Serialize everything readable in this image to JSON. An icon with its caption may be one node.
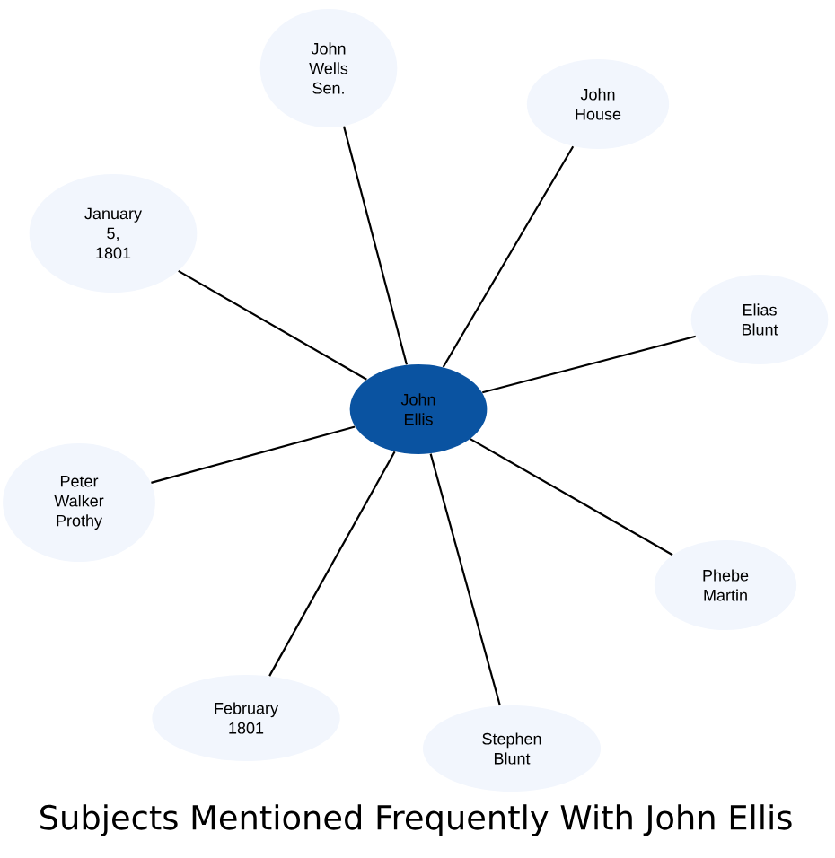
{
  "diagram": {
    "title": "Subjects Mentioned Frequently With John Ellis",
    "nodes": [
      {
        "text": [
          "John Ellis"
        ]
      },
      {
        "text": [
          "John Wells Sen."
        ]
      },
      {
        "text": [
          "John House"
        ]
      },
      {
        "text": [
          "January 5, 1801"
        ]
      },
      {
        "text": [
          "Elias Blunt"
        ]
      },
      {
        "text": [
          "Peter Walker Prothy"
        ]
      },
      {
        "text": [
          "Phebe Martin"
        ]
      },
      {
        "text": [
          "February 1801"
        ]
      },
      {
        "text": [
          "Stephen Blunt"
        ]
      }
    ],
    "edges": [
      {
        "from": 0,
        "to": 1,
        "arrow": "none"
      },
      {
        "from": 0,
        "to": 2,
        "arrow": "none"
      },
      {
        "from": 0,
        "to": 3,
        "arrow": "none"
      },
      {
        "from": 0,
        "to": 4,
        "arrow": "none"
      },
      {
        "from": 0,
        "to": 5,
        "arrow": "none"
      },
      {
        "from": 0,
        "to": 6,
        "arrow": "none"
      },
      {
        "from": 0,
        "to": 7,
        "arrow": "none"
      },
      {
        "from": 0,
        "to": 8,
        "arrow": "none"
      }
    ]
  }
}
